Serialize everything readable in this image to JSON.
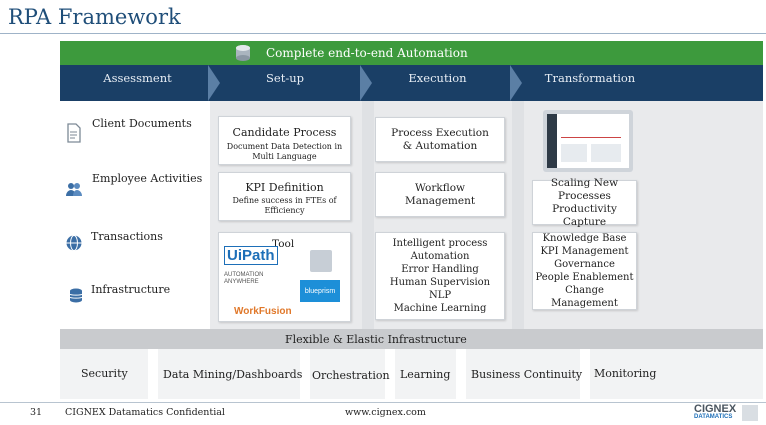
{
  "slide": {
    "title": "RPA Framework",
    "banner": "Complete end-to-end Automation",
    "phases": [
      "Assessment",
      "Set-up",
      "Execution",
      "Transformation"
    ],
    "left_items": [
      "Client Documents",
      "Employee Activities",
      "Transactions",
      "Infrastructure"
    ],
    "setup": {
      "candidate_process": "Candidate Process",
      "candidate_sub_1": "Document Data Detection in",
      "candidate_sub_2": "Multi Language",
      "kpi_definition": "KPI Definition",
      "kpi_sub_1": "Define success in FTEs of",
      "kpi_sub_2": "Efficiency",
      "tool_label": "Tool",
      "tool_logos": [
        "UiPath",
        "AUTOMATION ANYWHERE",
        "blueprism",
        "WorkFusion"
      ]
    },
    "execution": {
      "box1_line1": "Process Execution",
      "box1_line2": "& Automation",
      "box2_line1": "Workflow",
      "box2_line2": "Management",
      "box3_lines": [
        "Intelligent process",
        "Automation",
        "Error Handling",
        "Human Supervision",
        "NLP",
        "Machine Learning"
      ]
    },
    "transformation": {
      "box1_line1": "Scaling New Processes",
      "box1_line2": "Productivity Capture",
      "box2_lines": [
        "Knowledge Base",
        "KPI Management",
        "Governance",
        "People Enablement",
        "Change Management"
      ]
    },
    "flex_bar": "Flexible & Elastic Infrastructure",
    "bottom_items": [
      "Security",
      "Data Mining/Dashboards",
      "Orchestration",
      "Learning",
      "Business Continuity",
      "Monitoring"
    ],
    "footer": {
      "page_number": "31",
      "confidential": "CIGNEX Datamatics Confidential",
      "url": "www.cignex.com",
      "logo_text": "CIGNEX",
      "logo_sub": "DATAMATICS"
    }
  },
  "colors": {
    "title": "#1f4e79",
    "banner": "#3d9a3d",
    "phase_bar": "#1a3f66",
    "board": "#e9eaec"
  },
  "icons": [
    "database-icon",
    "document-icon",
    "people-icon",
    "globe-icon",
    "database-icon"
  ]
}
